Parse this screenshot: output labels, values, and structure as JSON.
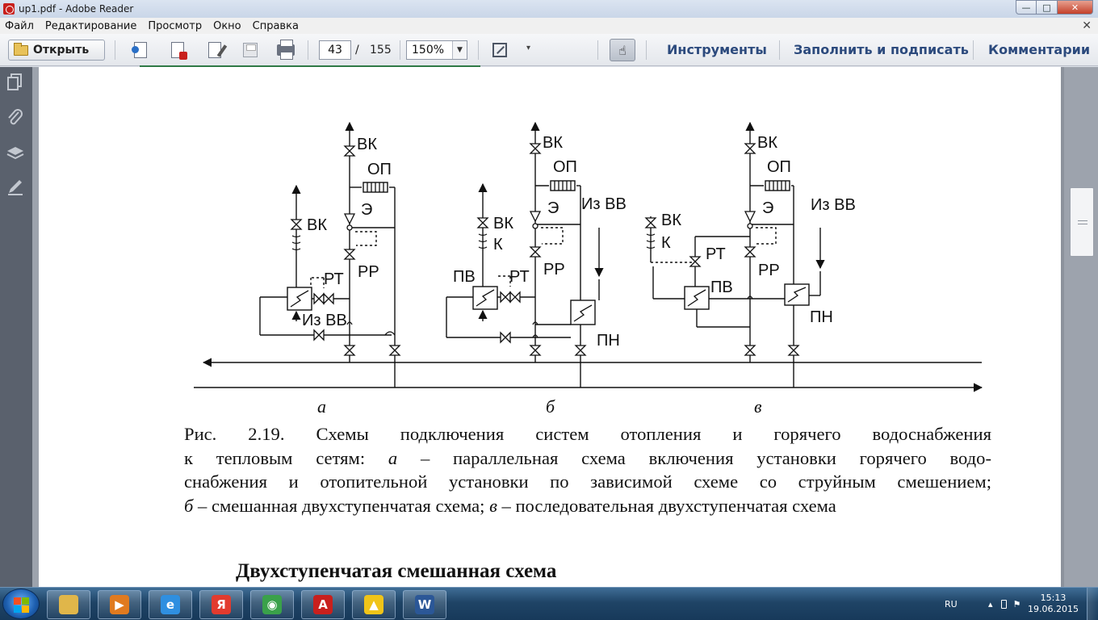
{
  "window": {
    "title": "up1.pdf - Adobe Reader",
    "controls": {
      "minimize": "—",
      "maximize": "□",
      "close": "✕"
    }
  },
  "menu": {
    "items": [
      "Файл",
      "Редактирование",
      "Просмотр",
      "Окно",
      "Справка"
    ],
    "close": "✕"
  },
  "toolbar": {
    "open_label": "Открыть",
    "page_current": "43",
    "page_separator": "/",
    "page_total": "155",
    "zoom": "150%",
    "zoom_arrow": "▼",
    "more_arrow": "▾",
    "hand": "☝",
    "tools_label": "Инструменты",
    "fill_sign_label": "Заполнить и подписать",
    "comments_label": "Комментарии"
  },
  "diagram": {
    "labels": {
      "vk": "ВК",
      "op": "ОП",
      "e": "Э",
      "rr": "РР",
      "rt": "РТ",
      "from_vv": "Из ВВ",
      "k": "К",
      "pv": "ПВ",
      "pn": "ПН"
    },
    "scheme_letters": [
      "а",
      "б",
      "в"
    ]
  },
  "caption": {
    "line1": "Рис. 2.19. Схемы подключения систем отопления и горячего водоснабжения",
    "line2_a": "к тепловым сетям: ",
    "line2_a_it": "а",
    "line2_b": " – параллельная схема включения установки горячего водо-",
    "line3": "снабжения и отопительной установки по зависимой схеме со струйным смешением;",
    "line4_b_it": "б",
    "line4_b": " – смешанная двухступенчатая схема; ",
    "line4_v_it": "в",
    "line4_v": " – последовательная двухступенчатая схема"
  },
  "heading": "Двухступенчатая смешанная схема",
  "taskbar": {
    "apps": [
      {
        "name": "explorer",
        "color": "#e0b64a",
        "glyph": ""
      },
      {
        "name": "media",
        "color": "#e07a1f",
        "glyph": "▶"
      },
      {
        "name": "ie",
        "color": "#2f8fe0",
        "glyph": "e"
      },
      {
        "name": "yandex",
        "color": "#e23b2e",
        "glyph": "Я"
      },
      {
        "name": "chrome",
        "color": "#3aa14a",
        "glyph": "◉"
      },
      {
        "name": "acrobat",
        "color": "#c8201d",
        "glyph": "A"
      },
      {
        "name": "drive",
        "color": "#f0c419",
        "glyph": "▲"
      },
      {
        "name": "word",
        "color": "#2b5797",
        "glyph": "W"
      }
    ],
    "lang": "RU",
    "time": "15:13",
    "date": "19.06.2015"
  },
  "colors": {
    "accent": "#2c4a7d",
    "tab_accent": "#2f7a46",
    "nav_bg": "#5a616d"
  }
}
